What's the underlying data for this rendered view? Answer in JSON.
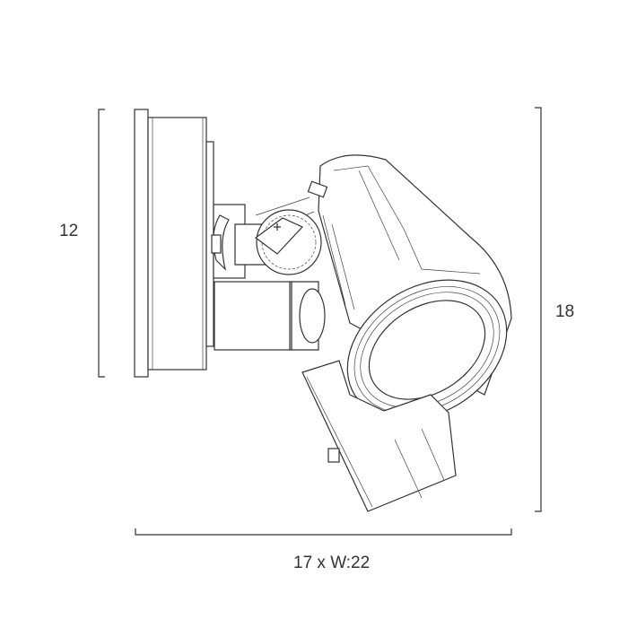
{
  "dimensions": {
    "height_left": "12",
    "height_right": "18",
    "width_bottom": "17 x W:22"
  },
  "colors": {
    "line": "#333333",
    "background": "#ffffff"
  }
}
